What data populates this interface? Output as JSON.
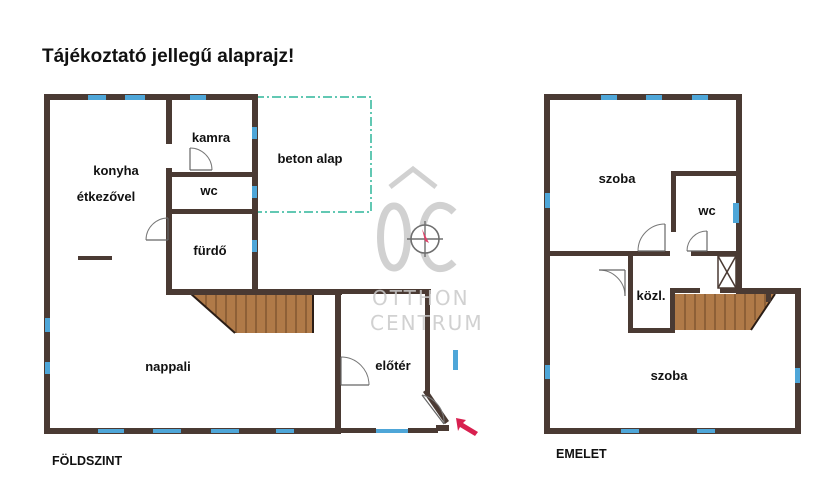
{
  "title": "Tájékoztató jellegű alaprajz!",
  "floors": {
    "ground": {
      "label": "FÖLDSZINT",
      "rooms": {
        "konyha_line1": "konyha",
        "konyha_line2": "étkezővel",
        "kamra": "kamra",
        "wc": "wc",
        "furdo": "fürdő",
        "beton_alap": "beton alap",
        "nappali": "nappali",
        "eloter": "előtér"
      }
    },
    "upper": {
      "label": "EMELET",
      "rooms": {
        "szoba_top": "szoba",
        "wc": "wc",
        "kozl": "közl.",
        "szoba_bottom": "szoba"
      }
    }
  },
  "watermark": {
    "monogram": "OC",
    "line1": "OTTHON",
    "line2": "CENTRUM"
  },
  "colors": {
    "wall": "#4a3a33",
    "window": "#4ea6d8",
    "stairs": "#b07a48",
    "concrete_outline": "#2fb59a",
    "entry_arrow": "#d8204f",
    "watermark": "#c9c9c9"
  },
  "icons": {
    "entry": "entry-arrow-icon",
    "compass": "compass-icon"
  }
}
